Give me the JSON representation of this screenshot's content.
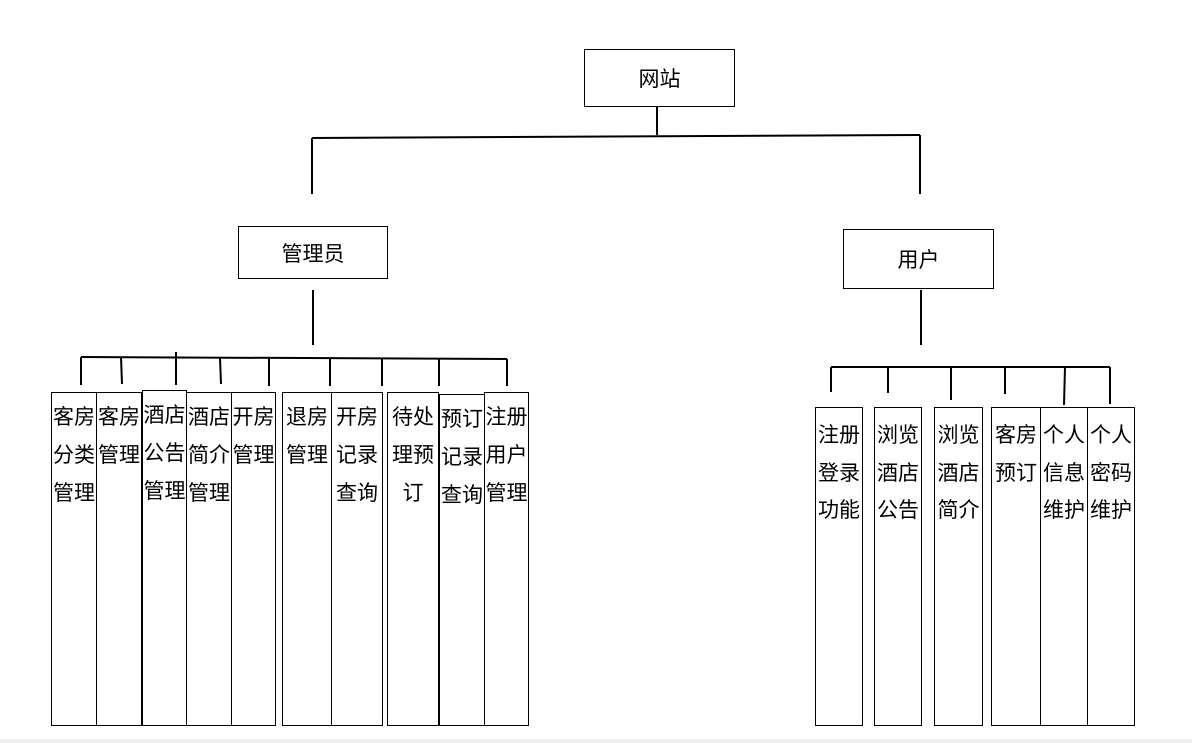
{
  "root": {
    "label": "网站"
  },
  "admin": {
    "label": "管理员",
    "children": [
      "客房分类管理",
      "客房管理",
      "酒店公告管理",
      "酒店简介管理",
      "开房管理",
      "退房管理",
      "开房记录查询",
      "待处理预订",
      "预订记录查询",
      "注册用户管理"
    ]
  },
  "user": {
    "label": "用户",
    "children": [
      "注册登录功能",
      "浏览酒店公告",
      "浏览酒店简介",
      "客房预订",
      "个人信息维护",
      "个人密码维护"
    ]
  }
}
